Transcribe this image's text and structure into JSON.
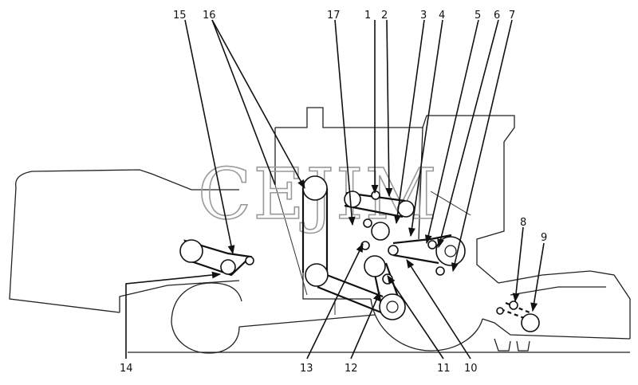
{
  "watermark": "CEJIM",
  "callouts": [
    {
      "id": "1",
      "text": "1"
    },
    {
      "id": "2",
      "text": "2"
    },
    {
      "id": "3",
      "text": "3"
    },
    {
      "id": "4",
      "text": "4"
    },
    {
      "id": "5",
      "text": "5"
    },
    {
      "id": "6",
      "text": "6"
    },
    {
      "id": "7",
      "text": "7"
    },
    {
      "id": "8",
      "text": "8"
    },
    {
      "id": "9",
      "text": "9"
    },
    {
      "id": "10",
      "text": "10"
    },
    {
      "id": "11",
      "text": "11"
    },
    {
      "id": "12",
      "text": "12"
    },
    {
      "id": "13",
      "text": "13"
    },
    {
      "id": "14",
      "text": "14"
    },
    {
      "id": "15",
      "text": "15"
    },
    {
      "id": "16",
      "text": "16"
    },
    {
      "id": "17",
      "text": "17"
    }
  ]
}
